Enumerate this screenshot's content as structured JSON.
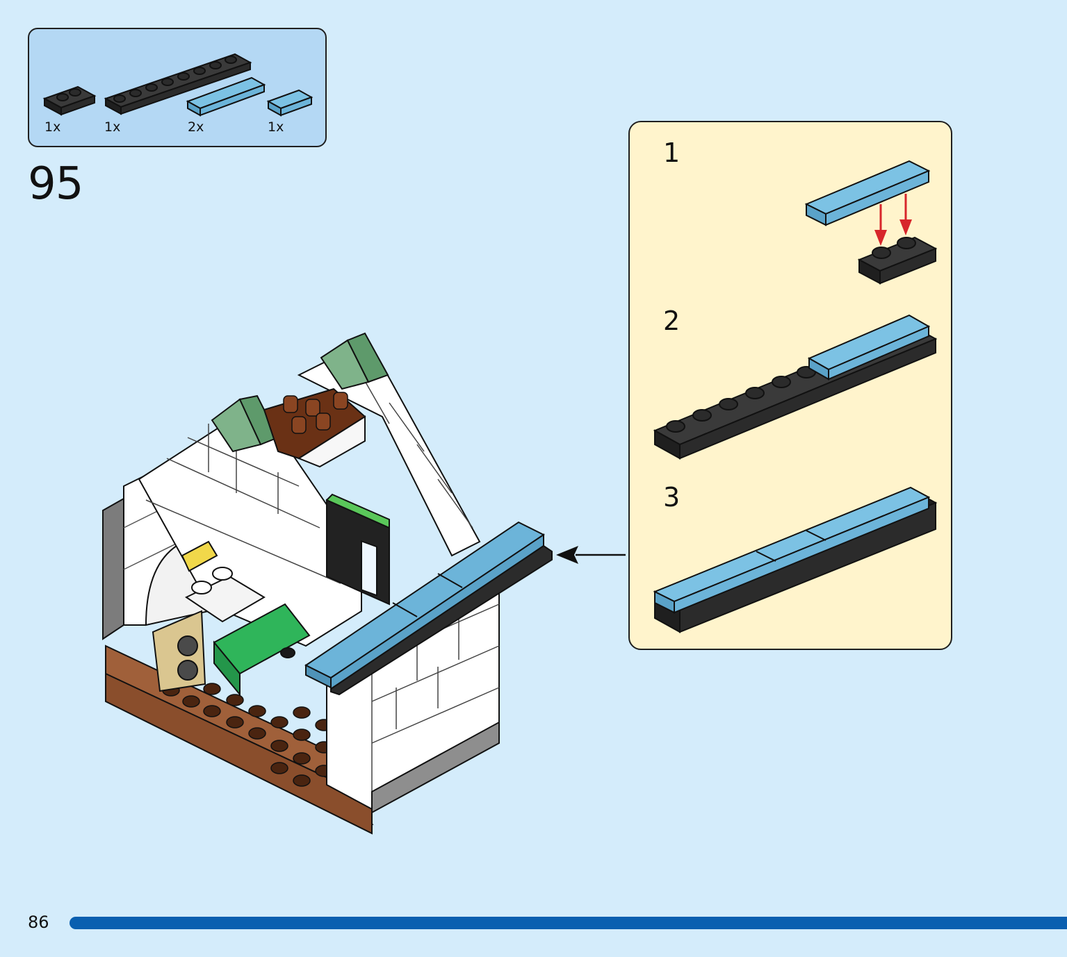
{
  "parts_list": {
    "items": [
      {
        "name": "black-plate-1x2",
        "qty": "1x",
        "color": "#2b2b2b"
      },
      {
        "name": "black-plate-1x8",
        "qty": "1x",
        "color": "#2b2b2b"
      },
      {
        "name": "blue-tile-1x4",
        "qty": "2x",
        "color": "#6cb4d9"
      },
      {
        "name": "blue-tile-1x2",
        "qty": "1x",
        "color": "#6cb4d9"
      }
    ]
  },
  "step": {
    "number": "95"
  },
  "sub_assembly": {
    "steps": [
      {
        "number": "1"
      },
      {
        "number": "2"
      },
      {
        "number": "3"
      }
    ]
  },
  "footer": {
    "page_number": "86",
    "progress": 1.0,
    "progress_color": "#0a5fb0"
  },
  "colors": {
    "background": "#d4ecfb",
    "parts_box": "#b4d8f4",
    "callout_panel": "#fff4cc",
    "tile_blue": "#6cb4d9",
    "plate_black": "#2b2b2b",
    "arrow_red": "#d7262b"
  }
}
